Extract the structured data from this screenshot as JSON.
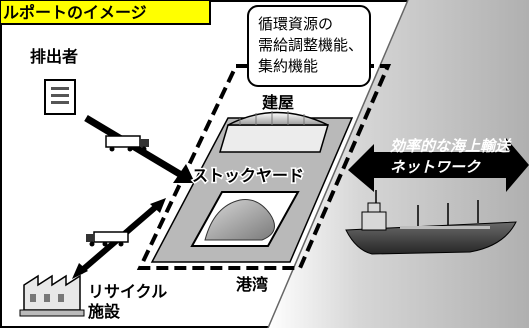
{
  "title_banner": "ルポートのイメージ",
  "labels": {
    "emitter": "排出者",
    "recycling_line1": "リサイクル",
    "recycling_line2": "施設",
    "port": "港湾",
    "building": "建屋",
    "stockyard": "ストックヤード",
    "callout_line1": "循環資源の",
    "callout_line2": "需給調整機能、",
    "callout_line3": "集約機能",
    "network_line1": "効率的な海上輸送",
    "network_line2": "ネットワーク"
  },
  "colors": {
    "banner_fill": "#ffff00",
    "sea_gray": "#c8c8c8",
    "arrow_black": "#000000"
  }
}
